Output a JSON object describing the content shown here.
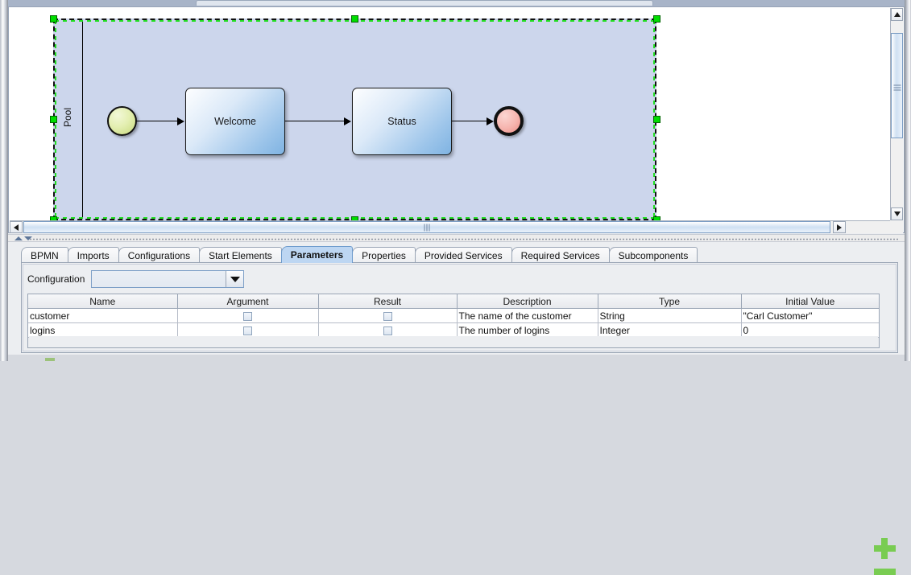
{
  "editor": {
    "pool": {
      "label": "Pool",
      "selected": true
    },
    "nodes": [
      {
        "id": "start-event",
        "type": "start-event",
        "label": ""
      },
      {
        "id": "task-welcome",
        "type": "task",
        "label": "Welcome"
      },
      {
        "id": "task-status",
        "type": "task",
        "label": "Status"
      },
      {
        "id": "end-event",
        "type": "end-event",
        "label": ""
      }
    ],
    "scroll": {
      "vertical_icons": [
        "scroll-up-icon",
        "scroll-down-icon"
      ],
      "horizontal_icons": [
        "scroll-left-icon",
        "scroll-right-icon"
      ]
    }
  },
  "divider": {
    "collapse_up_icon": "triangle-up-icon",
    "collapse_down_icon": "triangle-down-icon"
  },
  "tabs": [
    {
      "label": "BPMN",
      "selected": false
    },
    {
      "label": "Imports",
      "selected": false
    },
    {
      "label": "Configurations",
      "selected": false
    },
    {
      "label": "Start Elements",
      "selected": false
    },
    {
      "label": "Parameters",
      "selected": true
    },
    {
      "label": "Properties",
      "selected": false
    },
    {
      "label": "Provided Services",
      "selected": false
    },
    {
      "label": "Required Services",
      "selected": false
    },
    {
      "label": "Subcomponents",
      "selected": false
    }
  ],
  "parameters_panel": {
    "configuration": {
      "label": "Configuration",
      "value": "",
      "placeholder": "",
      "dropdown_icon": "chevron-down-icon"
    },
    "table": {
      "columns": [
        "Name",
        "Argument",
        "Result",
        "Description",
        "Type",
        "Initial Value"
      ],
      "rows": [
        {
          "name": "customer",
          "argument": false,
          "result": false,
          "description": "The name of the customer",
          "type": "String",
          "initial_value": "\"Carl Customer\""
        },
        {
          "name": "logins",
          "argument": false,
          "result": false,
          "description": "The number of logins",
          "type": "Integer",
          "initial_value": "0"
        }
      ]
    },
    "actions": {
      "add_label": "+",
      "remove_label": "−",
      "add_icon": "plus-icon",
      "remove_icon": "minus-icon",
      "color": "#79cc52"
    }
  },
  "colors": {
    "pool_fill": "#ccd6ec",
    "selection_handle": "#00dd00",
    "tab_selected": "#bdd6f2",
    "start_event": "#d9e88f",
    "end_event": "#f4ada6",
    "task_gradient_start": "#fdfeff",
    "task_gradient_end": "#7fb3e2"
  }
}
